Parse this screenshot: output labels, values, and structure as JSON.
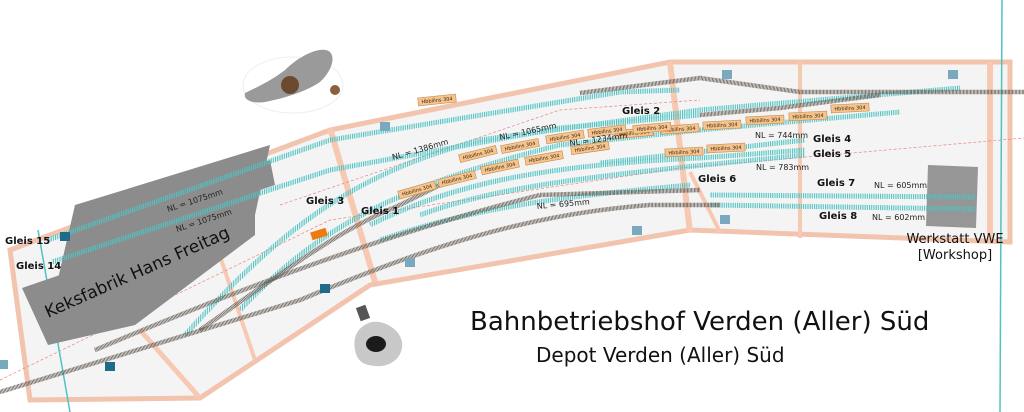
{
  "title": {
    "main": "Bahnbetriebshof Verden (Aller) Süd",
    "sub": "Depot Verden (Aller) Süd"
  },
  "buildings": {
    "factory": "Keksfabrik Hans Freitag",
    "workshop_line1": "Werkstatt VWE",
    "workshop_line2": "[Workshop]"
  },
  "tracks": {
    "gleis1": "Gleis 1",
    "gleis2": "Gleis 2",
    "gleis3": "Gleis 3",
    "gleis4": "Gleis 4",
    "gleis5": "Gleis 5",
    "gleis6": "Gleis 6",
    "gleis7": "Gleis 7",
    "gleis8": "Gleis 8",
    "gleis14": "Gleis 14",
    "gleis15": "Gleis 15"
  },
  "lengths": {
    "g15": "NL = 1075mm",
    "g14": "NL = 1075mm",
    "g3": "NL = 1386mm",
    "g2a": "NL = 1065mm",
    "g2b": "NL = 1234mm",
    "g4": "NL = 744mm",
    "g5": "NL = 783mm",
    "g1": "NL = 695mm",
    "g7": "NL = 605mm",
    "g8": "NL = 602mm"
  },
  "wagon_label": "Hbbillns 304",
  "colors": {
    "siding_track": "#4fc3c3",
    "main_track": "#6b625a",
    "baseboard_frame": "#f7c9b3",
    "baseboard_fill": "#f4f4f4",
    "building": "#8c8c8c",
    "wagon": "#f6c48e",
    "signal": "#1f6b8a",
    "accent_orange": "#f07a10"
  }
}
